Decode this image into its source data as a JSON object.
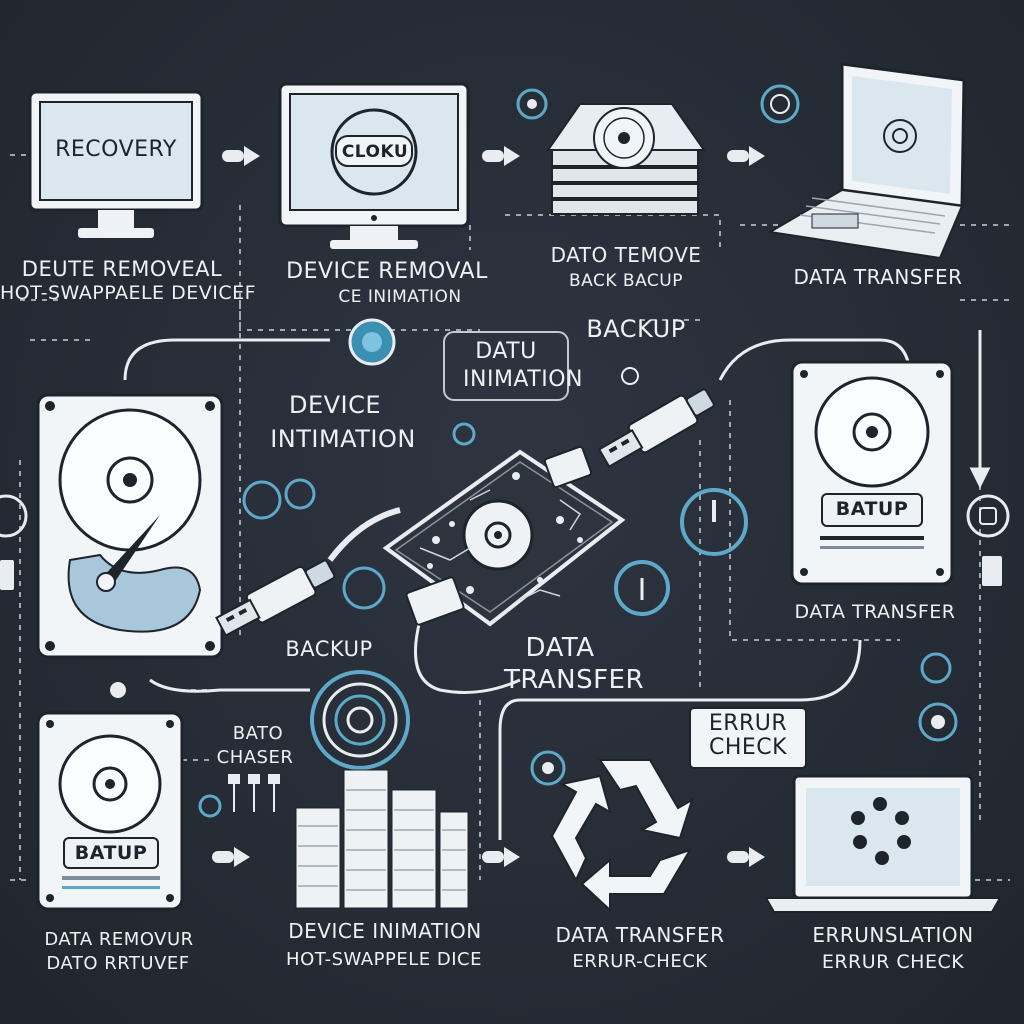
{
  "labels": {
    "recovery_screen": "Recovery",
    "cloud_screen": "Cloku",
    "l1_line1": "Deute Removeal",
    "l1_line2": "Hot-Swappaele Devicef",
    "l2_line1": "Device Removal",
    "l2_line2": "ce Inimation",
    "l3_line1": "Dato Temove",
    "l3_line2": "Back Bacup",
    "l4": "Data Transfer",
    "backup_top": "Backup",
    "datu_line1": "Datu",
    "datu_line2": "Inimation",
    "device_init_line1": "Device",
    "device_init_line2": "Intimation",
    "hdd_right_label": "Batup",
    "data_transfer_right": "Data Transfer",
    "backup_mid": "Backup",
    "data_transfer_mid_line1": "Data",
    "data_transfer_mid_line2": "Transfer",
    "error_check_line1": "Errur",
    "error_check_line2": "Check",
    "bato_line1": "Bato",
    "bato_line2": "Chaser",
    "hdd_left_label": "Batup",
    "b1_line1": "Data Removur",
    "b1_line2": "Dato Rrtuvef",
    "b2_line1": "Device Inimation",
    "b2_line2": "Hot-Swappele Dice",
    "b3_line1": "Data Transfer",
    "b3_line2": "Errur-Check",
    "b4_line1": "Errunslation",
    "b4_line2": "Errur Check"
  },
  "icons": [
    "monitor-icon",
    "cloud-monitor-icon",
    "disc-stack-icon",
    "laptop-icon",
    "hard-drive-icon",
    "usb-plug-icon",
    "circuit-board-icon",
    "server-stack-icon",
    "recycle-icon",
    "target-icon",
    "arrow-right-icon"
  ],
  "colors": {
    "background": "#262c35",
    "line": "#e9edf1",
    "accent": "#5ea9c9",
    "screen": "#dde8f0"
  }
}
